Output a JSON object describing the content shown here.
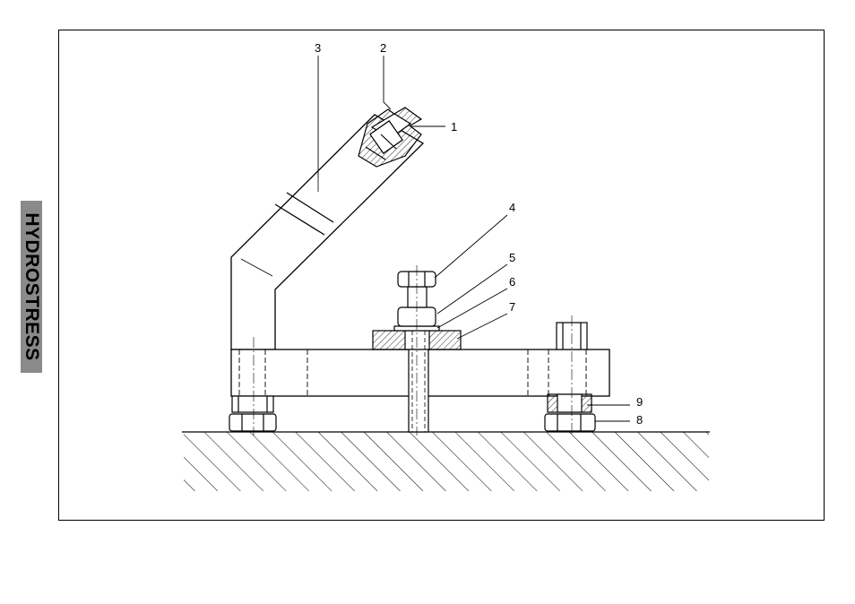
{
  "brand": {
    "text": "HYDROSTRESS"
  },
  "callouts": {
    "c1": "1",
    "c2": "2",
    "c3": "3",
    "c4": "4",
    "c5": "5",
    "c6": "6",
    "c7": "7",
    "c8": "8",
    "c9": "9"
  }
}
